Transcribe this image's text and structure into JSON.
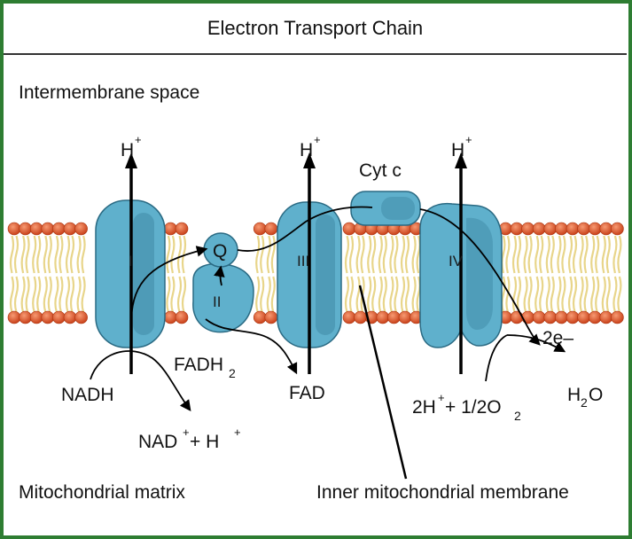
{
  "title": "Electron Transport Chain",
  "regions": {
    "intermembrane": "Intermembrane space",
    "matrix": "Mitochondrial matrix",
    "inner_membrane": "Inner mitochondrial membrane"
  },
  "complexes": {
    "I": "I",
    "II": "II",
    "III": "III",
    "IV": "IV",
    "Q": "Q",
    "cyt_c": "Cyt c"
  },
  "pumped_proton": {
    "base": "H",
    "charge": "+"
  },
  "labels": {
    "nadh": "NADH",
    "nad": {
      "a": "NAD",
      "a_sup": "+",
      "b": " + H",
      "b_sup": "+"
    },
    "fadh2": {
      "base": "FADH",
      "sub": "2"
    },
    "fad": "FAD",
    "oxygen": {
      "a": "2H",
      "a_sup": "+",
      "b": " + 1/2O",
      "b_sub": "2"
    },
    "water": {
      "a": "H",
      "a_sub": "2",
      "b": "O"
    },
    "electrons": "2e–"
  },
  "colors": {
    "border": "#2e7d32",
    "protein": "#5fb0cc",
    "protein_dark": "#3f8aa6",
    "lipid_head": "#e05a2b",
    "lipid_tail": "#e8d58a"
  }
}
